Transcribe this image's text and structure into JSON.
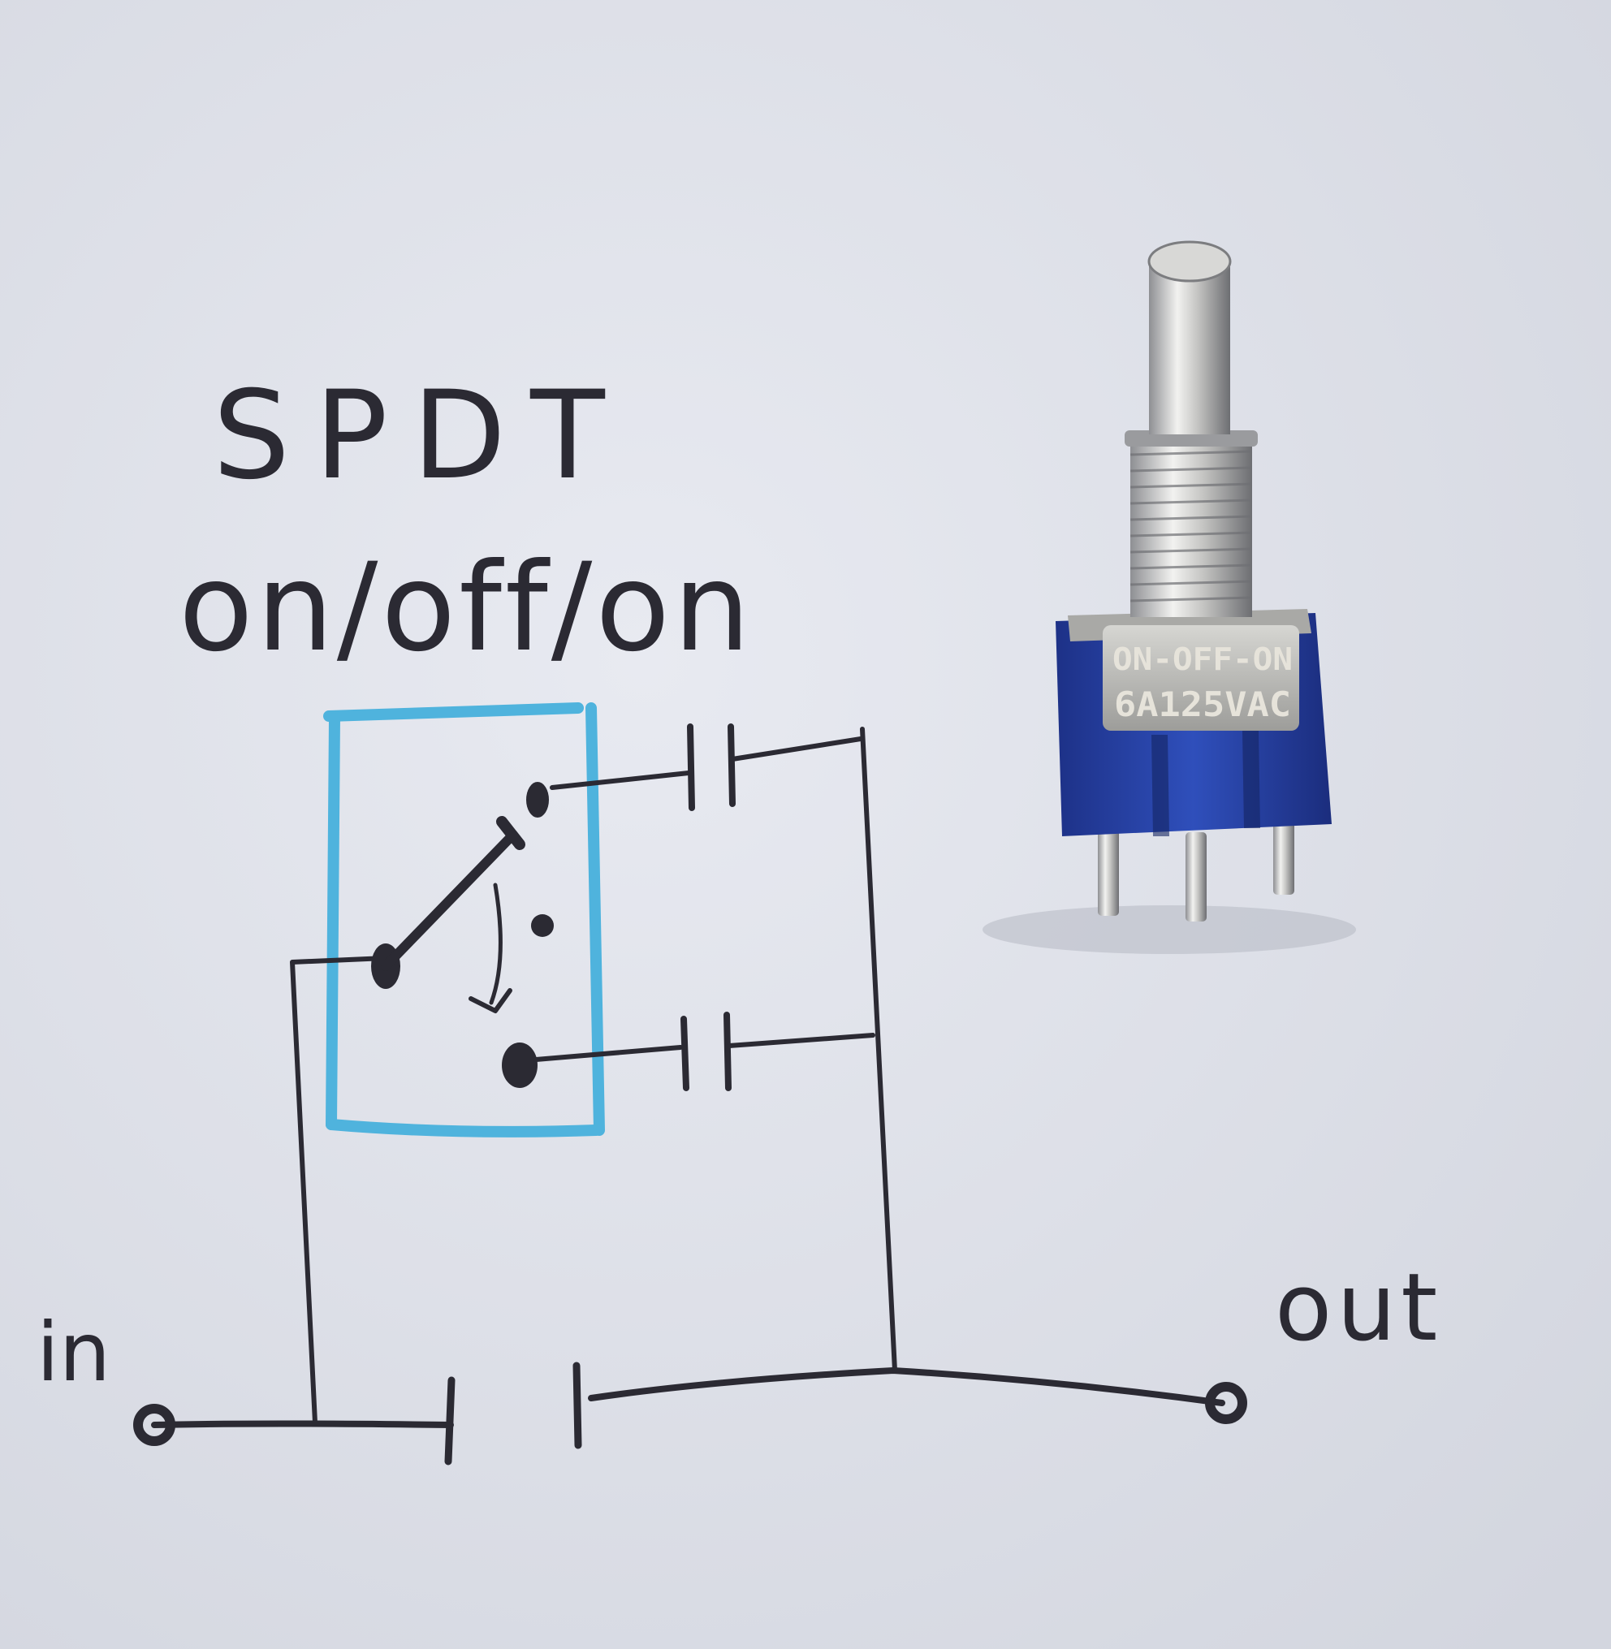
{
  "diagram": {
    "title": "SPDT",
    "subtitle": "on/off/on",
    "input_label": "in",
    "output_label": "out"
  },
  "switch_photo": {
    "marking_line1": "ON-OFF-ON",
    "marking_line2": "6A125VAC"
  },
  "colors": {
    "paper": "#dfe2ea",
    "ink": "#2b2a33",
    "highlighter": "#4fb3dd",
    "switch_body": "#2a45a8",
    "metal": "#c9c9c8"
  }
}
